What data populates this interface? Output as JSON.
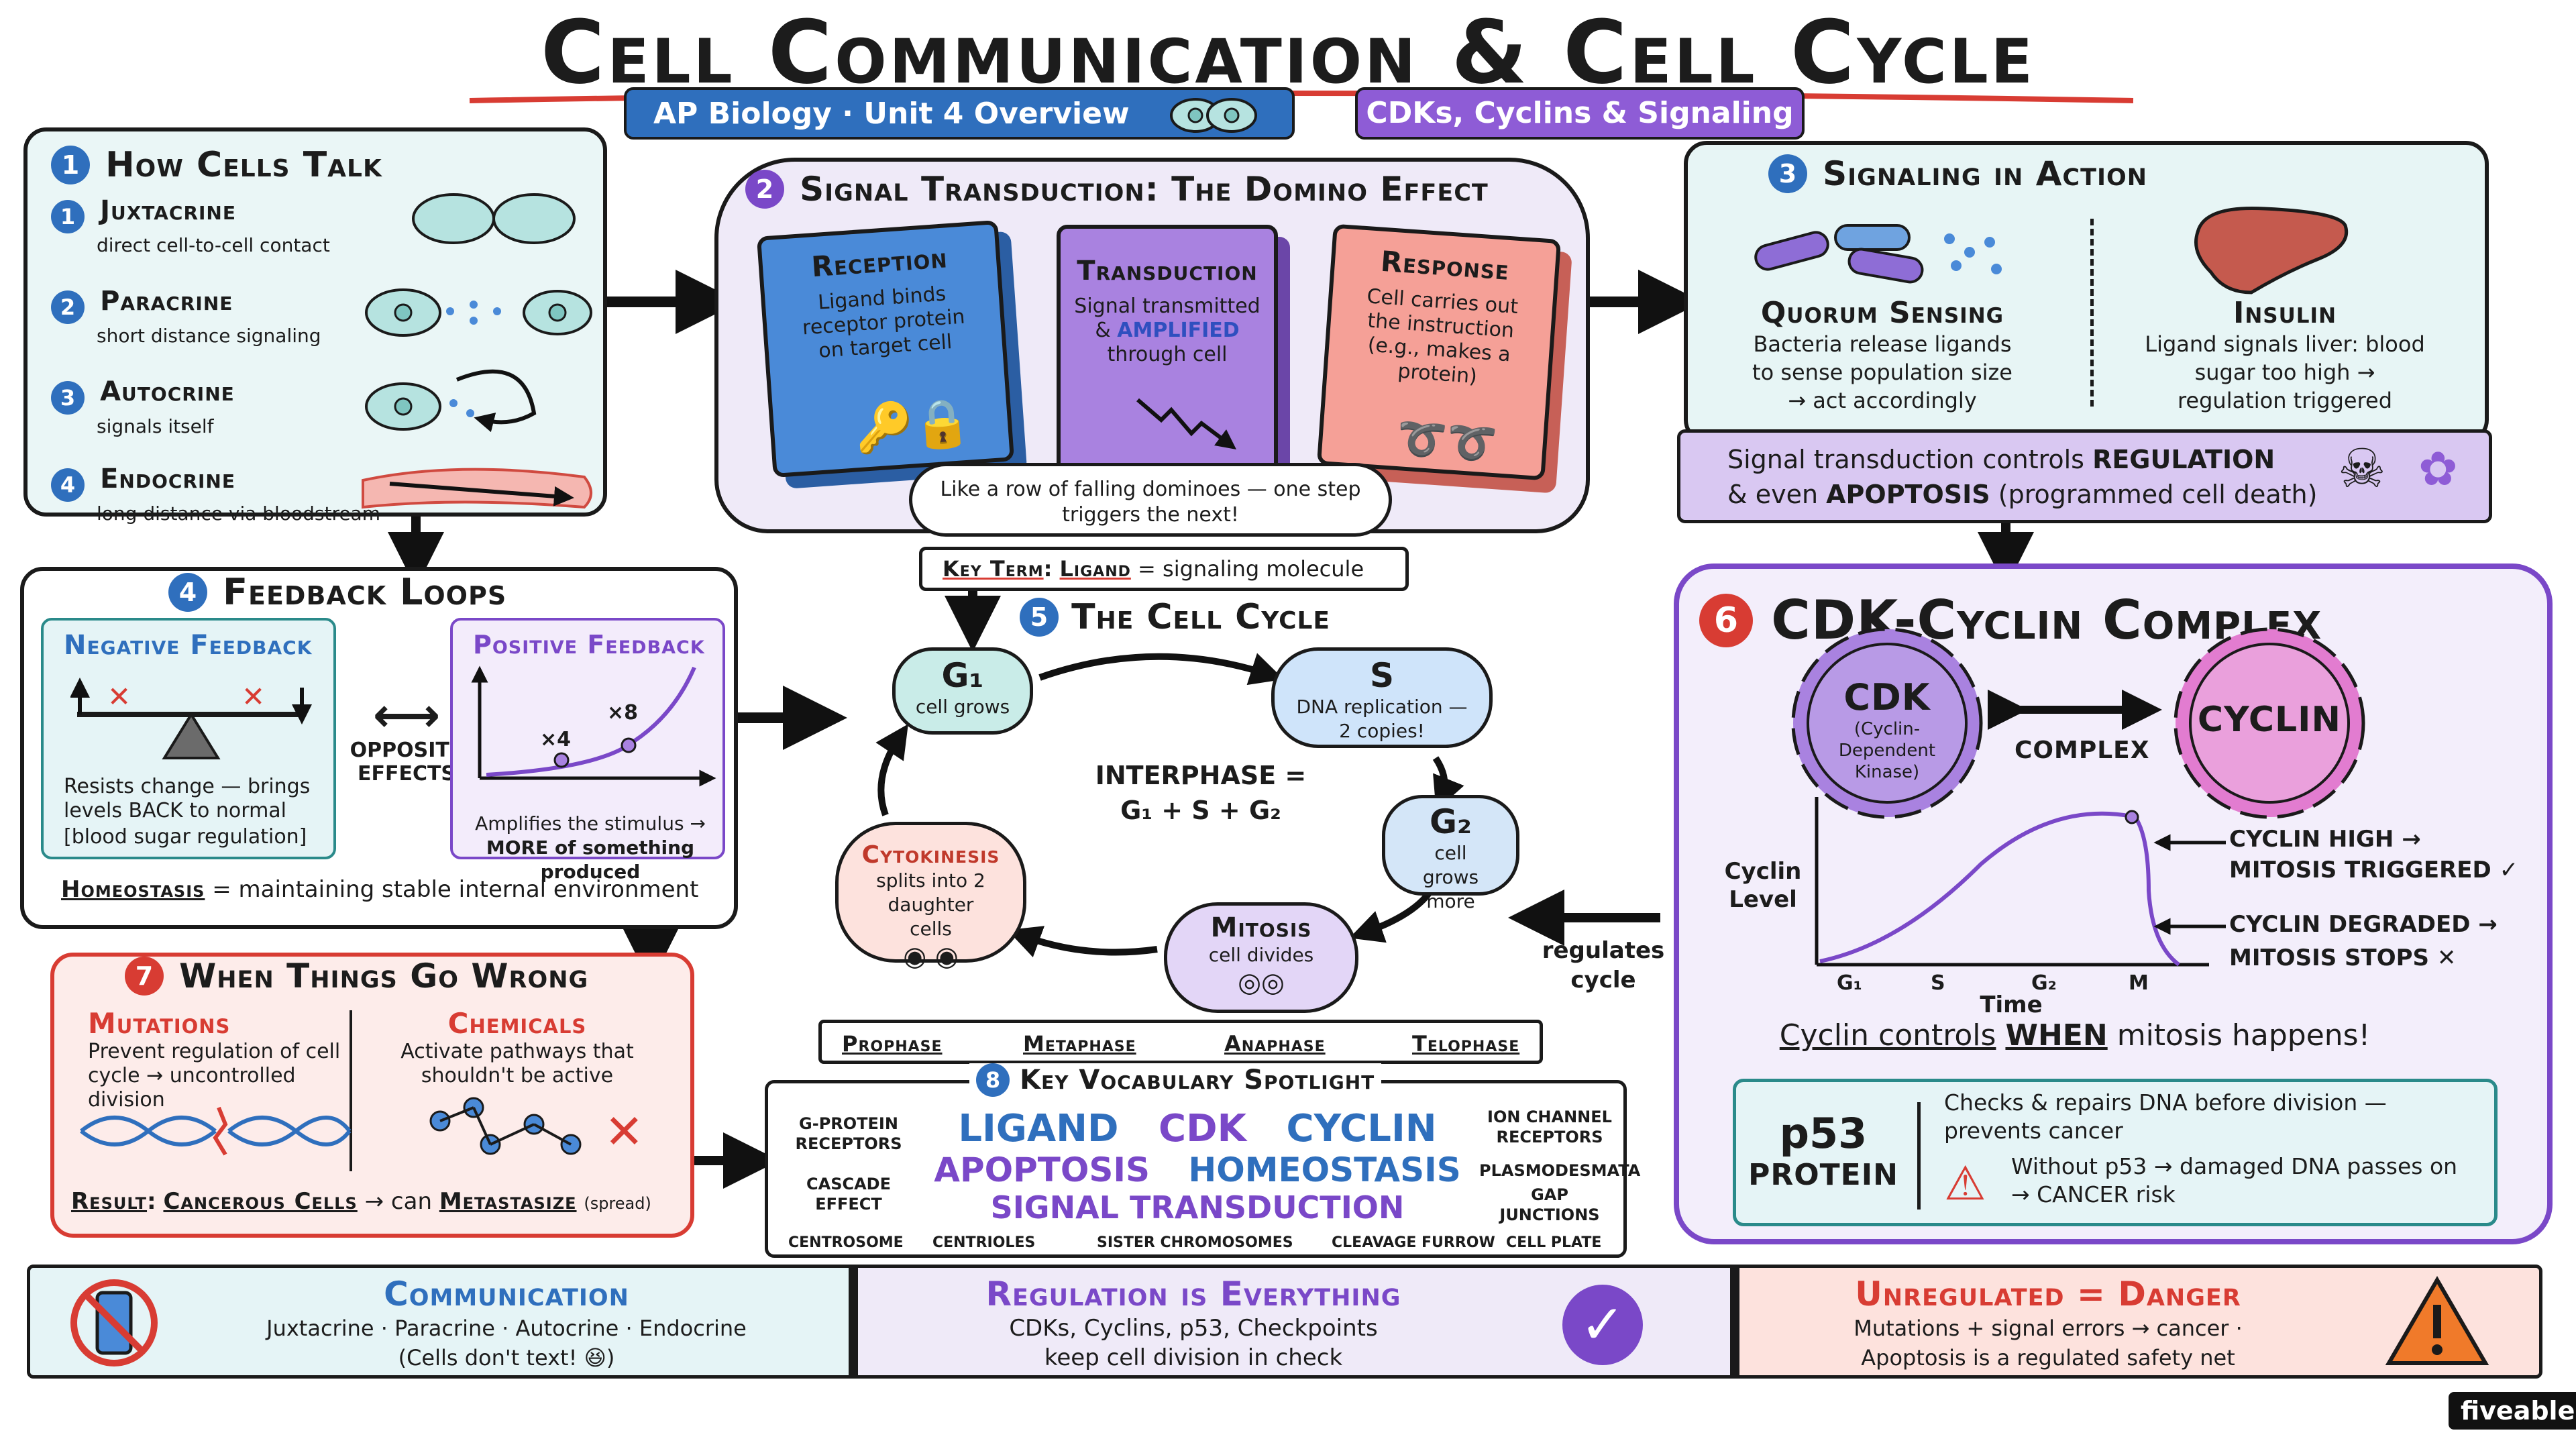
{
  "title": "Cell Communication & Cell Cycle",
  "badges": {
    "unit": "AP Biology · Unit 4 Overview",
    "topic": "CDKs, Cyclins & Signaling"
  },
  "how_cells_talk": {
    "number": "1",
    "title": "How Cells Talk",
    "items": [
      {
        "n": "1",
        "name": "Juxtacrine",
        "desc": "direct cell-to-cell contact"
      },
      {
        "n": "2",
        "name": "Paracrine",
        "desc": "short distance signaling"
      },
      {
        "n": "3",
        "name": "Autocrine",
        "desc": "signals itself"
      },
      {
        "n": "4",
        "name": "Endocrine",
        "desc": "long distance via bloodstream"
      }
    ]
  },
  "signal_transduction": {
    "number": "2",
    "title": "Signal Transduction: The Domino Effect",
    "reception": {
      "title": "Reception",
      "text": "Ligand binds receptor protein on target cell"
    },
    "transduction": {
      "title": "Transduction",
      "text1": "Signal transmitted",
      "amp_prefix": "& ",
      "amp": "AMPLIFIED",
      "text2": "through cell"
    },
    "response": {
      "title": "Response",
      "text": "Cell carries out the instruction (e.g., makes a protein)"
    },
    "bubble": "Like a row of falling dominoes — one step triggers the next!",
    "key_term": {
      "label": "Key Term",
      "term": "Ligand",
      "def": "= signaling molecule"
    }
  },
  "signaling_action": {
    "number": "3",
    "title": "Signaling in Action",
    "quorum": {
      "title": "Quorum Sensing",
      "text": "Bacteria release ligands to sense population size → act accordingly"
    },
    "insulin": {
      "title": "Insulin",
      "text": "Ligand signals liver: blood sugar too high → regulation triggered"
    },
    "regulation": {
      "pre": "Signal transduction controls",
      "reg": "REGULATION",
      "mid": "& even",
      "apo": "APOPTOSIS",
      "post": "(programmed cell death)"
    }
  },
  "feedback": {
    "number": "4",
    "title": "Feedback Loops",
    "negative": {
      "title": "Negative Feedback",
      "text": "Resists change — brings levels BACK to normal",
      "example": "[blood sugar regulation]"
    },
    "opposite": "OPPOSITE EFFECTS",
    "positive": {
      "title": "Positive Feedback",
      "text1": "Amplifies the stimulus →",
      "text2": "MORE of something produced",
      "x4": "×4",
      "x8": "×8"
    },
    "homeostasis_term": "Homeostasis",
    "homeostasis_def": "= maintaining stable internal environment"
  },
  "cell_cycle": {
    "number": "5",
    "title": "The Cell Cycle",
    "g1": {
      "label": "G₁",
      "text": "cell grows"
    },
    "s": {
      "label": "S",
      "text": "DNA replication — 2 copies!"
    },
    "g2": {
      "label": "G₂",
      "text": "cell grows more"
    },
    "mitosis": {
      "label": "Mitosis",
      "text": "cell divides"
    },
    "cytokinesis": {
      "label": "Cytokinesis",
      "text": "splits into 2 daughter cells"
    },
    "interphase": "INTERPHASE =",
    "interphase_eq": "G₁ + S + G₂",
    "phases": [
      "Prophase",
      "Metaphase",
      "Anaphase",
      "Telophase"
    ],
    "regulates": "regulates cycle"
  },
  "cdk_cyclin": {
    "number": "6",
    "title": "CDK-Cyclin Complex",
    "cdk": "CDK",
    "cdk_full": "(Cyclin-Dependent Kinase)",
    "cyclin": "CYCLIN",
    "complex": "COMPLEX",
    "ylabel": "Cyclin Level",
    "xlabel": "Time",
    "ticks": [
      "G₁",
      "S",
      "G₂",
      "M"
    ],
    "high": "CYCLIN HIGH → MITOSIS TRIGGERED ✓",
    "high1": "CYCLIN HIGH →",
    "high2": "MITOSIS TRIGGERED ✓",
    "degraded1": "CYCLIN DEGRADED →",
    "degraded2": "MITOSIS STOPS ✕",
    "controls_pre": "Cyclin controls",
    "controls_when": "WHEN",
    "controls_post": "mitosis happens!",
    "p53": {
      "title": "p53",
      "sub": "PROTEIN",
      "line1": "Checks & repairs DNA before division — prevents cancer",
      "line2": "Without p53 → damaged DNA passes on → CANCER risk"
    }
  },
  "wrong": {
    "number": "7",
    "title": "When Things Go Wrong",
    "mutations": {
      "title": "Mutations",
      "text": "Prevent regulation of cell cycle → uncontrolled division"
    },
    "chemicals": {
      "title": "Chemicals",
      "text": "Activate pathways that shouldn't be active"
    },
    "result_label": "Result",
    "result_cells": "Cancerous Cells",
    "result_mid": "→ can",
    "result_meta": "Metastasize",
    "result_spread": "(spread)"
  },
  "vocab": {
    "number": "8",
    "title": "Key Vocabulary Spotlight",
    "left": [
      "G-PROTEIN RECEPTORS",
      "CASCADE EFFECT"
    ],
    "right": [
      "ION CHANNEL RECEPTORS",
      "PLASMODESMATA",
      "GAP JUNCTIONS"
    ],
    "big1": [
      "LIGAND",
      "CDK",
      "CYCLIN"
    ],
    "big2": [
      "APOPTOSIS",
      "HOMEOSTASIS"
    ],
    "big3": "SIGNAL TRANSDUCTION",
    "bottom": [
      "CENTROSOME",
      "CENTRIOLES",
      "SISTER CHROMOSOMES",
      "CLEAVAGE FURROW",
      "CELL PLATE"
    ]
  },
  "footer": {
    "communication": {
      "title": "Communication",
      "line1": "Juxtacrine · Paracrine · Autocrine · Endocrine",
      "line2": "(Cells don't text! 😆)"
    },
    "regulation": {
      "title": "Regulation is Everything",
      "line1": "CDKs, Cyclins, p53, Checkpoints",
      "line2": "keep cell division in check"
    },
    "danger": {
      "title": "Unregulated = Danger",
      "line1": "Mutations + signal errors → cancer ·",
      "line2": "Apoptosis is a regulated safety net"
    }
  },
  "brand": "fiveable",
  "colors": {
    "blue": "#2f6fbd",
    "purple": "#7a48c8",
    "red": "#d83c33",
    "teal_bg": "#eaf6f6",
    "lavender_bg": "#efeaf8",
    "pink_bg": "#fde9e6"
  }
}
